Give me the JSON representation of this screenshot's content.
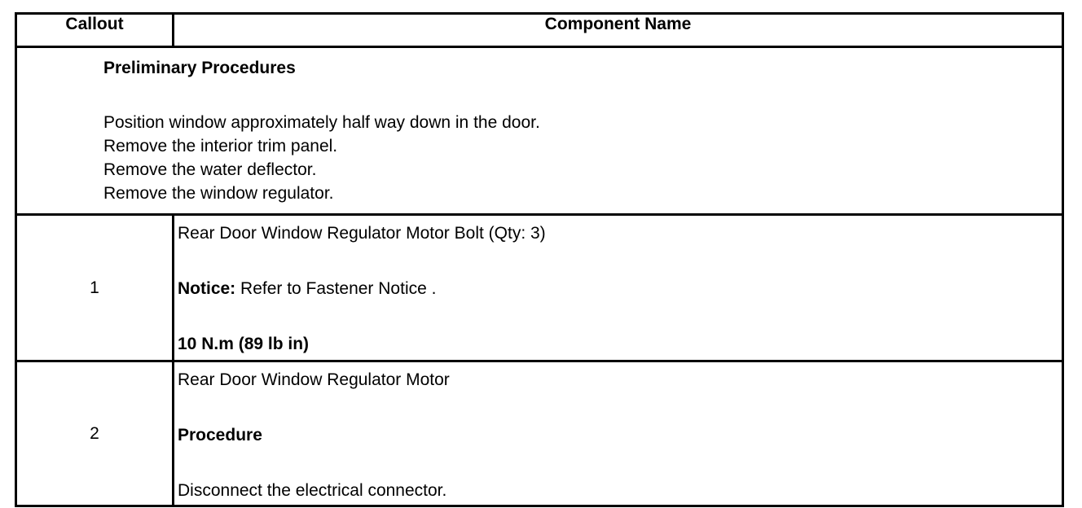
{
  "table": {
    "headers": {
      "callout": "Callout",
      "component": "Component Name"
    },
    "preliminary": {
      "title": "Preliminary Procedures",
      "steps": [
        "Position window approximately half way down in the door.",
        "Remove the interior trim panel.",
        "Remove the water deflector.",
        "Remove the window regulator."
      ]
    },
    "rows": [
      {
        "callout": "1",
        "name": "Rear Door Window Regulator Motor Bolt (Qty: 3)",
        "notice_label": "Notice:",
        "notice_text": " Refer to Fastener Notice .",
        "torque": "10 N.m (89 lb in)"
      },
      {
        "callout": "2",
        "name": "Rear Door Window Regulator Motor",
        "procedure_label": "Procedure",
        "procedure_text": "Disconnect the electrical connector."
      }
    ]
  }
}
